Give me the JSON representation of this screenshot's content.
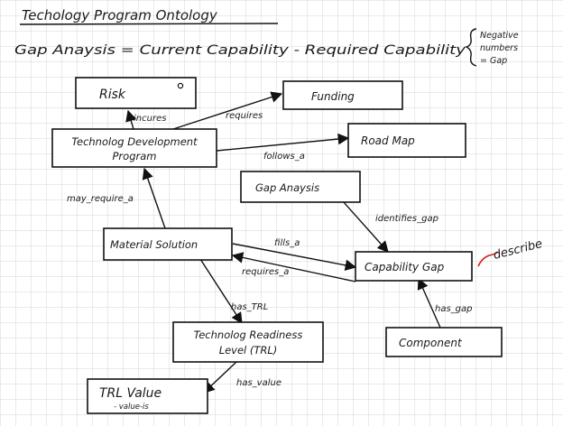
{
  "title": "Techology Program Ontology",
  "formula": {
    "text": "Gap Anaysis = Current Capability - Required Capability",
    "note": [
      "Negative",
      "numbers",
      "= Gap"
    ]
  },
  "nodes": {
    "risk": "Risk",
    "funding": "Funding",
    "tdp": [
      "Technolog Development",
      "Program"
    ],
    "roadmap": "Road Map",
    "gap_analysis": "Gap Anaysis",
    "material_solution": "Material Solution",
    "capability_gap": "Capability Gap",
    "trl": [
      "Technolog Readiness",
      "Level (TRL)"
    ],
    "component": "Component",
    "trl_value": "TRL Value",
    "trl_value_sub": "- value-is"
  },
  "edges": {
    "incurs": "incures",
    "requires": "requires",
    "follows_a": "follows_a",
    "may_require_a": "may_require_a",
    "identifies_gap": "identifies_gap",
    "fills_a": "fills_a",
    "requires_a": "requires_a",
    "has_trl": "has_TRL",
    "has_gap": "has_gap",
    "has_value": "has_value"
  },
  "annotation": {
    "text": "describe",
    "color": "#d42020"
  },
  "colors": {
    "grid": "#d6d6d6",
    "ink": "#111111"
  }
}
